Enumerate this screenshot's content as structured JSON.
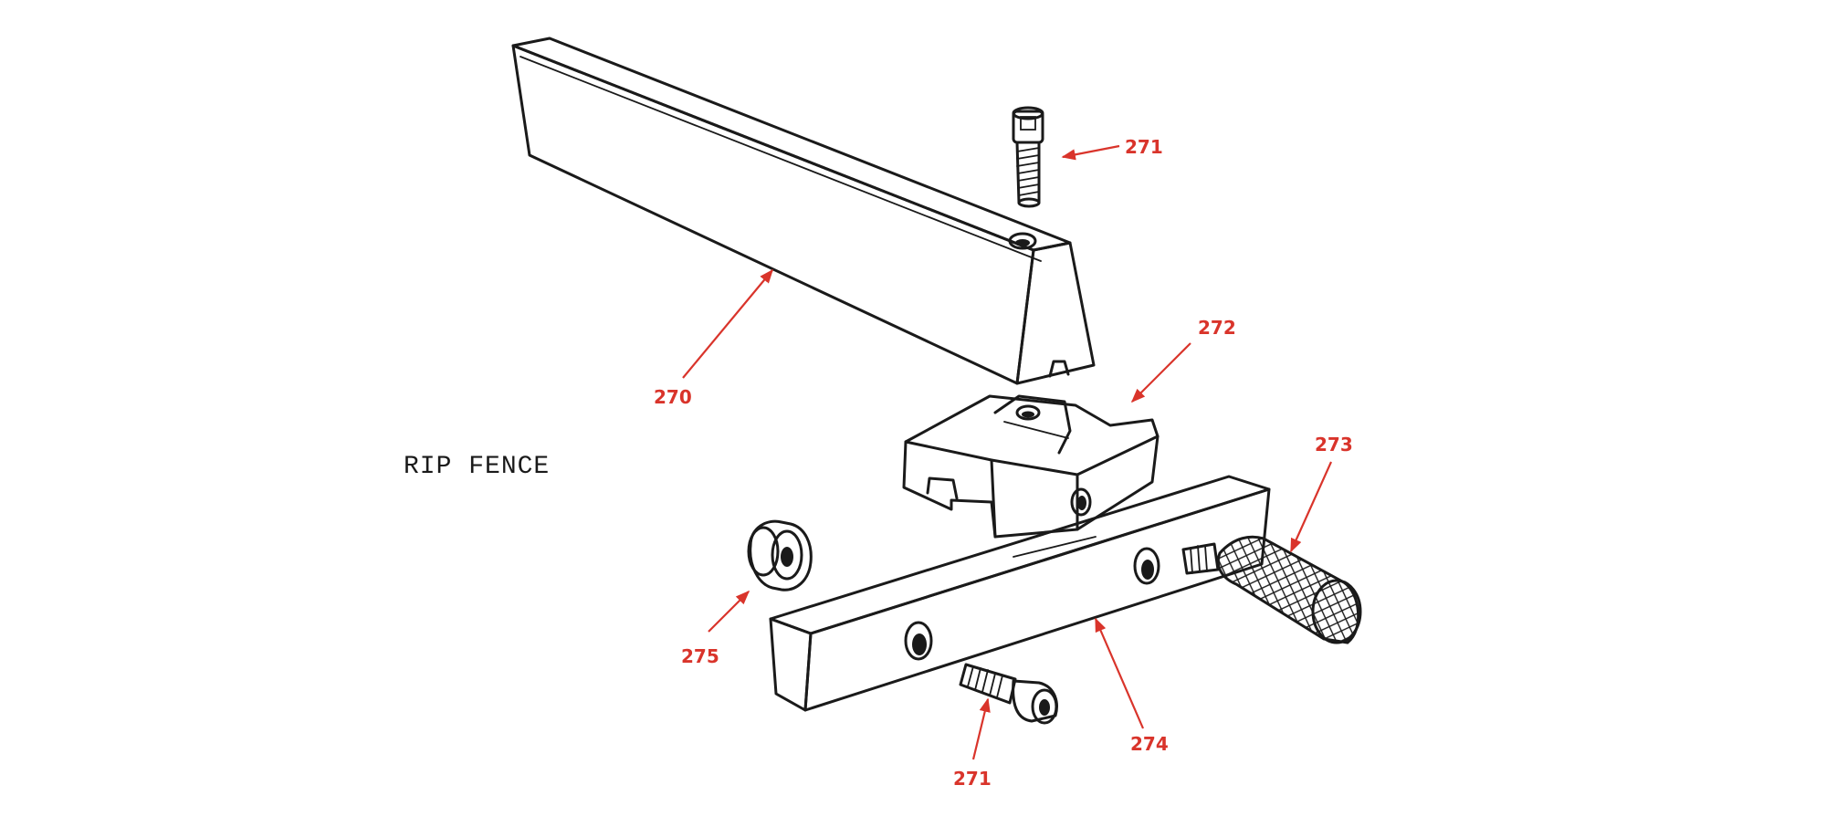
{
  "title": "RIP FENCE",
  "accent_color": "#d9342b",
  "line_color": "#1a1a1a",
  "callouts": {
    "c270": "270",
    "c271_top": "271",
    "c271_bottom": "271",
    "c272": "272",
    "c273": "273",
    "c274": "274",
    "c275": "275"
  }
}
